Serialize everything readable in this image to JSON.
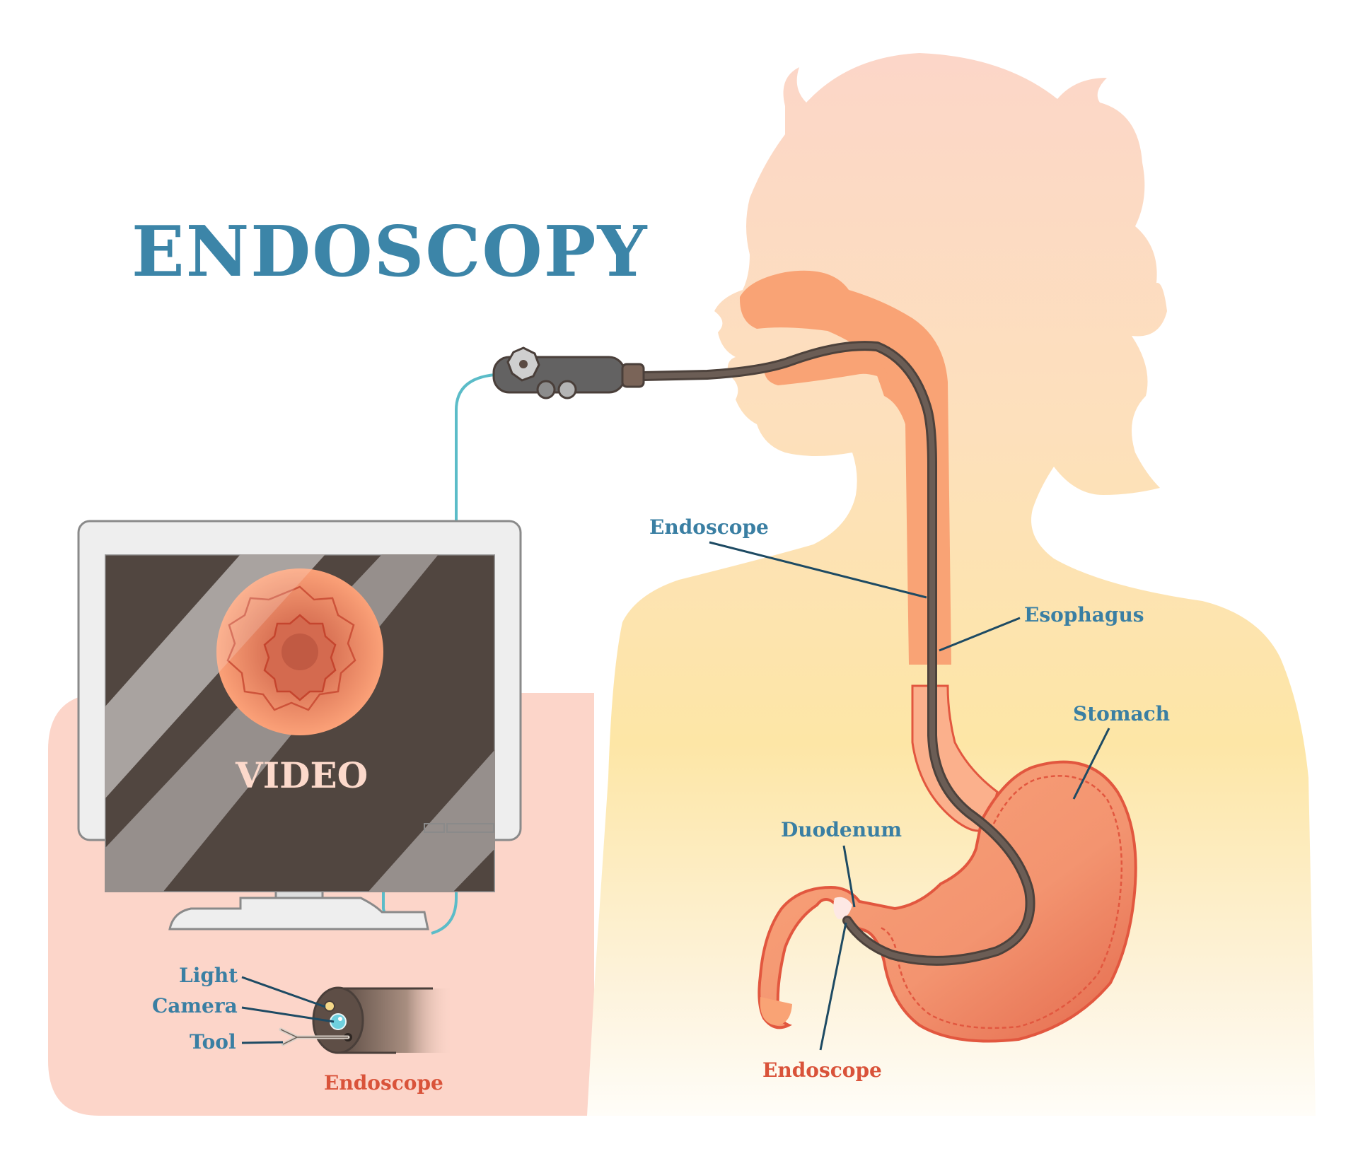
{
  "title": "ENDOSCOPY",
  "monitor": {
    "screen_label": "VIDEO"
  },
  "labels": {
    "endoscope_upper": "Endoscope",
    "esophagus": "Esophagus",
    "stomach": "Stomach",
    "duodenum": "Duodenum",
    "endoscope_lower": "Endoscope"
  },
  "tip_detail": {
    "light": "Light",
    "camera": "Camera",
    "tool": "Tool",
    "caption": "Endoscope"
  },
  "colors": {
    "title_blue": "#3c85a8",
    "label_blue": "#3a7fa3",
    "label_red": "#d9533a",
    "leader_line": "#1d4a63",
    "panel_pink": "#fcd5c9",
    "skin_top": "#fcd6c6",
    "skin_mid": "#fde3a8",
    "organ_orange": "#f99e74",
    "organ_outline": "#e2573f",
    "scope_brown": "#6b5d55",
    "screen_dark": "#514640",
    "monitor_frame": "#eeeeee",
    "cable_teal": "#5bbcc8",
    "video_text": "#fcd9cb"
  }
}
